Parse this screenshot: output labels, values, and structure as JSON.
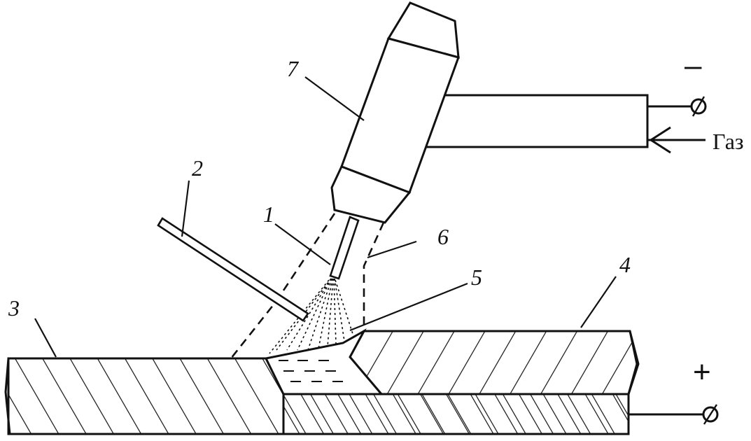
{
  "labels": {
    "n1": "1",
    "n2": "2",
    "n3": "3",
    "n4": "4",
    "n5": "5",
    "n6": "6",
    "n7": "7",
    "minus": "–",
    "plus": "+",
    "gas": "Газ"
  },
  "colors": {
    "ink": "#111111",
    "background": "#ffffff"
  }
}
